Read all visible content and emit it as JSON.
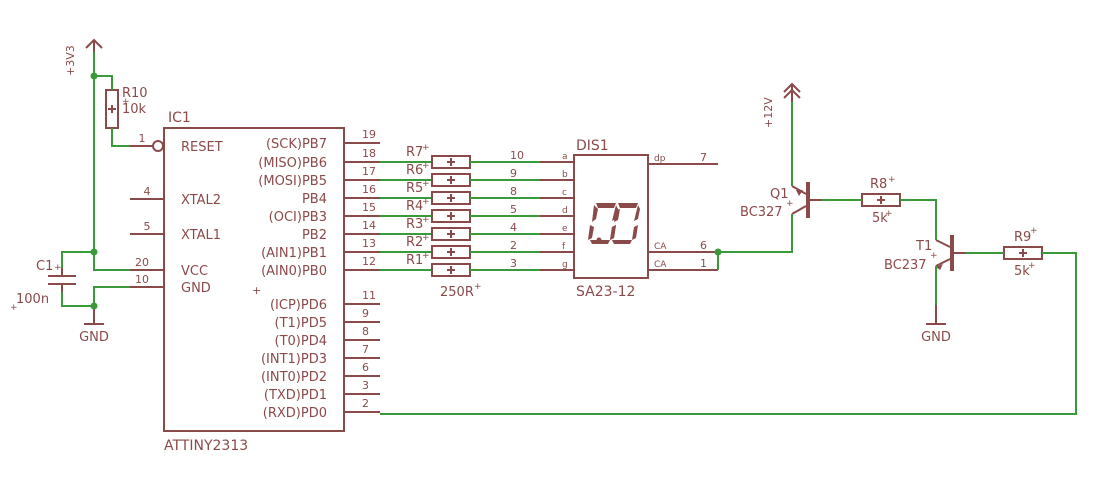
{
  "ic1": {
    "name": "IC1",
    "value": "ATTINY2313",
    "left_pins": [
      {
        "num": "1",
        "label": "RESET"
      },
      {
        "num": "4",
        "label": "XTAL2"
      },
      {
        "num": "5",
        "label": "XTAL1"
      },
      {
        "num": "20",
        "label": "VCC"
      },
      {
        "num": "10",
        "label": "GND"
      }
    ],
    "right_pins": [
      {
        "num": "19",
        "label": "(SCK)PB7"
      },
      {
        "num": "18",
        "label": "(MISO)PB6"
      },
      {
        "num": "17",
        "label": "(MOSI)PB5"
      },
      {
        "num": "16",
        "label": "PB4"
      },
      {
        "num": "15",
        "label": "(OCI)PB3"
      },
      {
        "num": "14",
        "label": "PB2"
      },
      {
        "num": "13",
        "label": "(AIN1)PB1"
      },
      {
        "num": "12",
        "label": "(AIN0)PB0"
      },
      {
        "num": "11",
        "label": "(ICP)PD6"
      },
      {
        "num": "9",
        "label": "(T1)PD5"
      },
      {
        "num": "8",
        "label": "(T0)PD4"
      },
      {
        "num": "7",
        "label": "(INT1)PD3"
      },
      {
        "num": "6",
        "label": "(INT0)PD2"
      },
      {
        "num": "3",
        "label": "(TXD)PD1"
      },
      {
        "num": "2",
        "label": "(RXD)PD0"
      }
    ]
  },
  "dis1": {
    "name": "DIS1",
    "value": "SA23-12",
    "left_pins": [
      {
        "num": "10",
        "label": "a"
      },
      {
        "num": "9",
        "label": "b"
      },
      {
        "num": "8",
        "label": "c"
      },
      {
        "num": "5",
        "label": "d"
      },
      {
        "num": "4",
        "label": "e"
      },
      {
        "num": "2",
        "label": "f"
      },
      {
        "num": "3",
        "label": "g"
      }
    ],
    "right_pins": [
      {
        "num": "7",
        "label": "dp"
      },
      {
        "num": "6",
        "label": "CA"
      },
      {
        "num": "1",
        "label": "CA"
      }
    ]
  },
  "segment_resistors": {
    "names": [
      "R7",
      "R6",
      "R5",
      "R4",
      "R3",
      "R2",
      "R1"
    ],
    "value": "250R"
  },
  "r10": {
    "name": "R10",
    "value": "10k"
  },
  "c1": {
    "name": "C1",
    "value": "100n"
  },
  "supply_3v3": {
    "label": "+3V3"
  },
  "supply_12v": {
    "label": "+12V"
  },
  "gnd_labels": [
    "GND",
    "GND"
  ],
  "q1": {
    "name": "Q1",
    "value": "BC327"
  },
  "t1": {
    "name": "T1",
    "value": "BC237"
  },
  "r8": {
    "name": "R8",
    "value": "5k"
  },
  "r9": {
    "name": "R9",
    "value": "5k"
  },
  "colors": {
    "symbol": "#8b4a4a",
    "wire": "#3a9a3a",
    "background": "#ffffff"
  }
}
